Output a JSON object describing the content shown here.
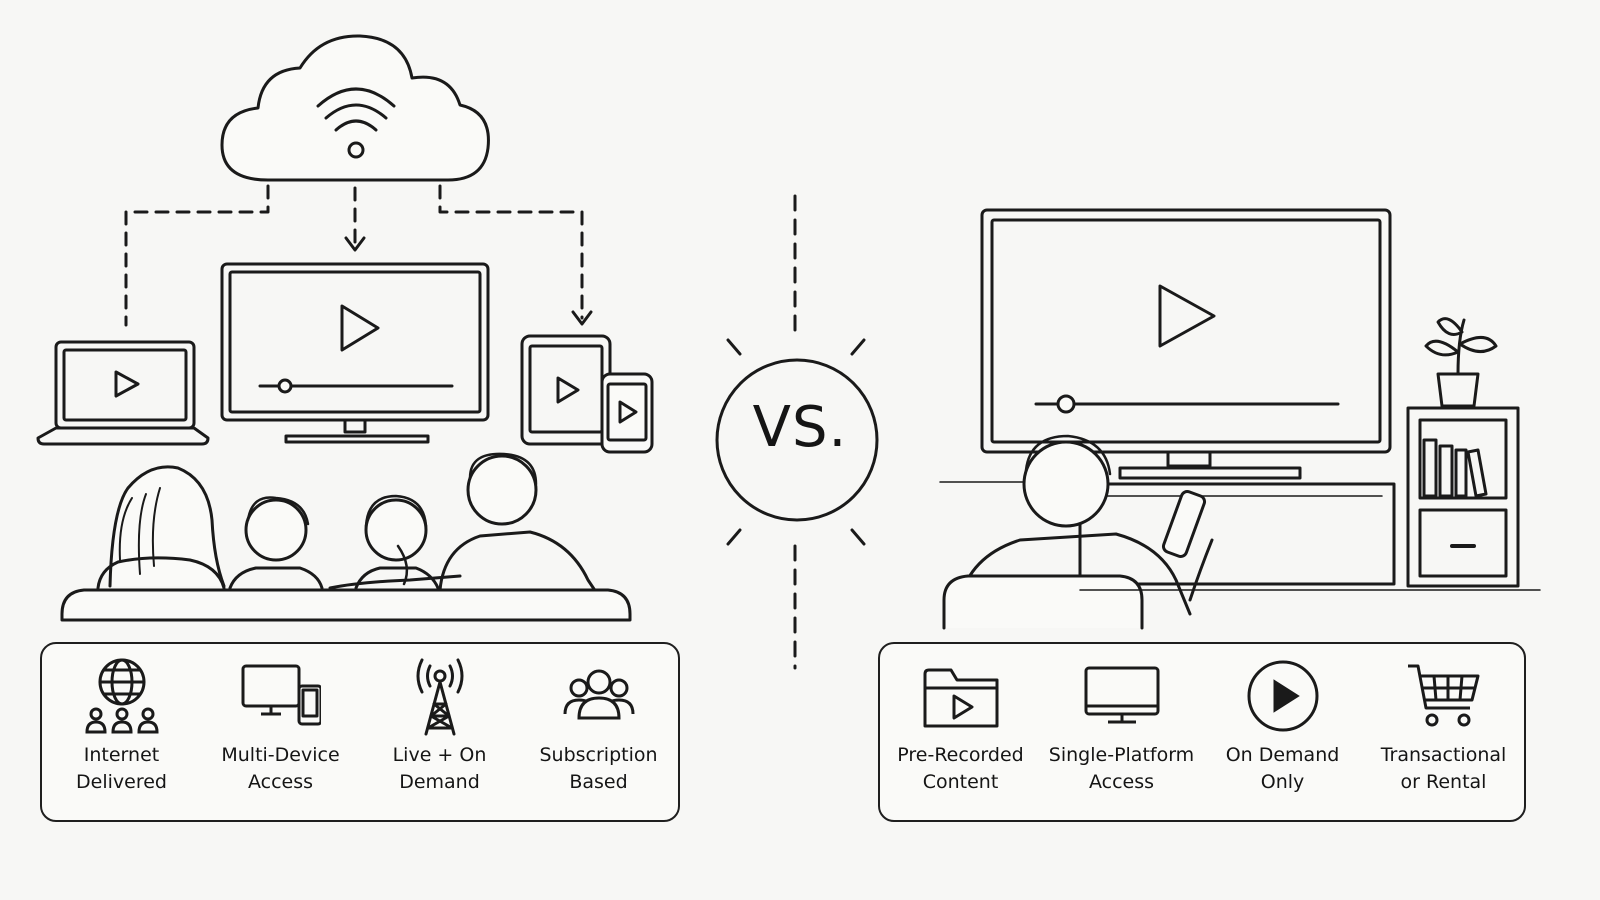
{
  "vs_label": "VS.",
  "left_features": [
    {
      "icon": "globe-people-icon",
      "label": "Internet\nDelivered"
    },
    {
      "icon": "multi-device-icon",
      "label": "Multi-Device\nAccess"
    },
    {
      "icon": "broadcast-tower-icon",
      "label": "Live + On\nDemand"
    },
    {
      "icon": "group-icon",
      "label": "Subscription\nBased"
    }
  ],
  "right_features": [
    {
      "icon": "video-folder-icon",
      "label": "Pre-Recorded\nContent"
    },
    {
      "icon": "monitor-icon",
      "label": "Single-Platform\nAccess"
    },
    {
      "icon": "play-circle-icon",
      "label": "On Demand\nOnly"
    },
    {
      "icon": "shopping-cart-icon",
      "label": "Transactional\nor Rental"
    }
  ]
}
